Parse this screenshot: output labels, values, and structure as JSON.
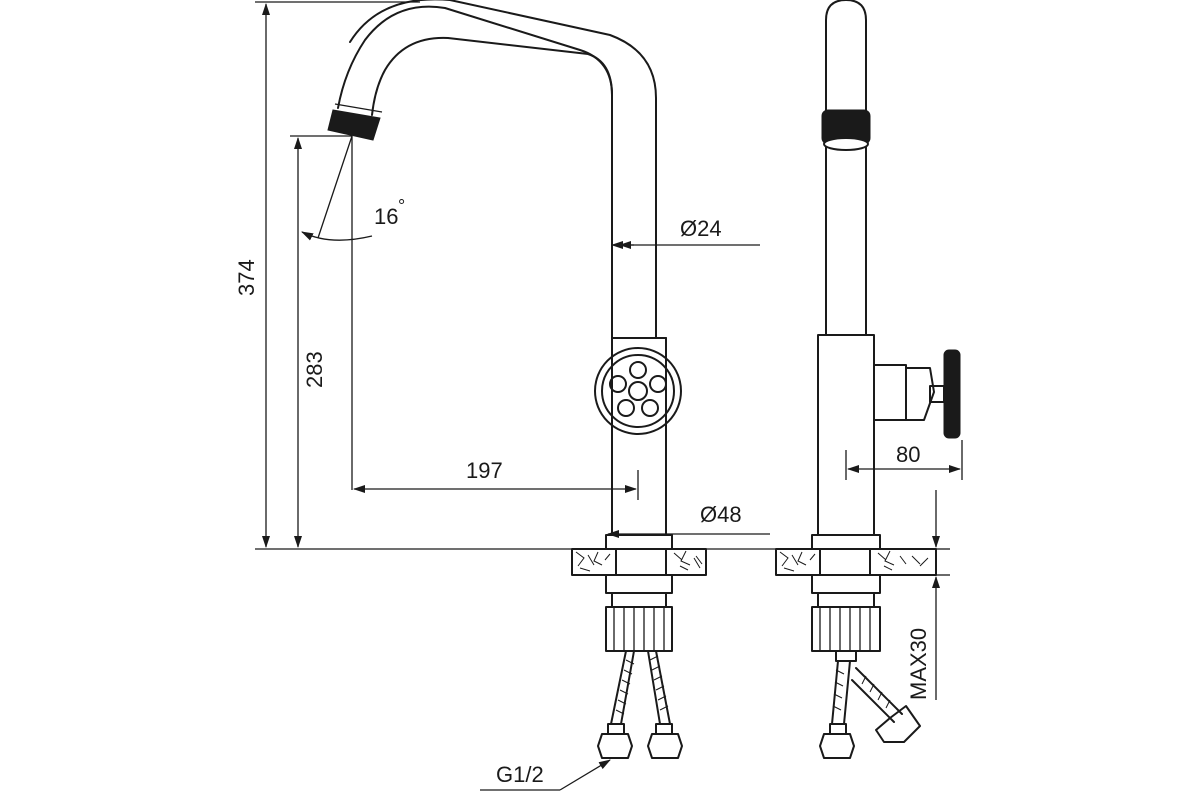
{
  "labels": {
    "height_total": "374",
    "height_spout": "283",
    "angle": "16",
    "angle_unit": "°",
    "diameter_pipe": "Ø24",
    "reach": "197",
    "diameter_base": "Ø48",
    "handle_depth": "80",
    "counter_thickness": "MAX30",
    "thread": "G1/2"
  },
  "colors": {
    "line": "#1a1a1a",
    "background": "#ffffff"
  }
}
